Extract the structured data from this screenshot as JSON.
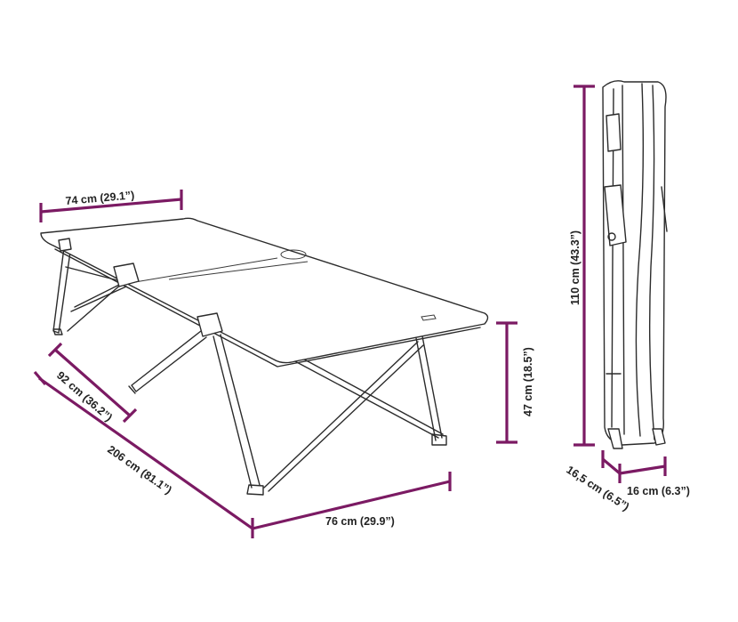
{
  "dimensions": {
    "width_top": "74 cm (29.1”)",
    "width_leg": "92 cm (36.2”)",
    "length": "206 cm (81.1”)",
    "width_bottom": "76 cm (29.9”)",
    "height": "47 cm (18.5”)",
    "folded_length": "110 cm (43.3”)",
    "folded_depth": "16,5 cm (6.5”)",
    "folded_width": "16 cm (6.3”)"
  },
  "colors": {
    "dimension_line": "#7b1a63",
    "outline": "#2b2b2b",
    "background": "#ffffff"
  }
}
